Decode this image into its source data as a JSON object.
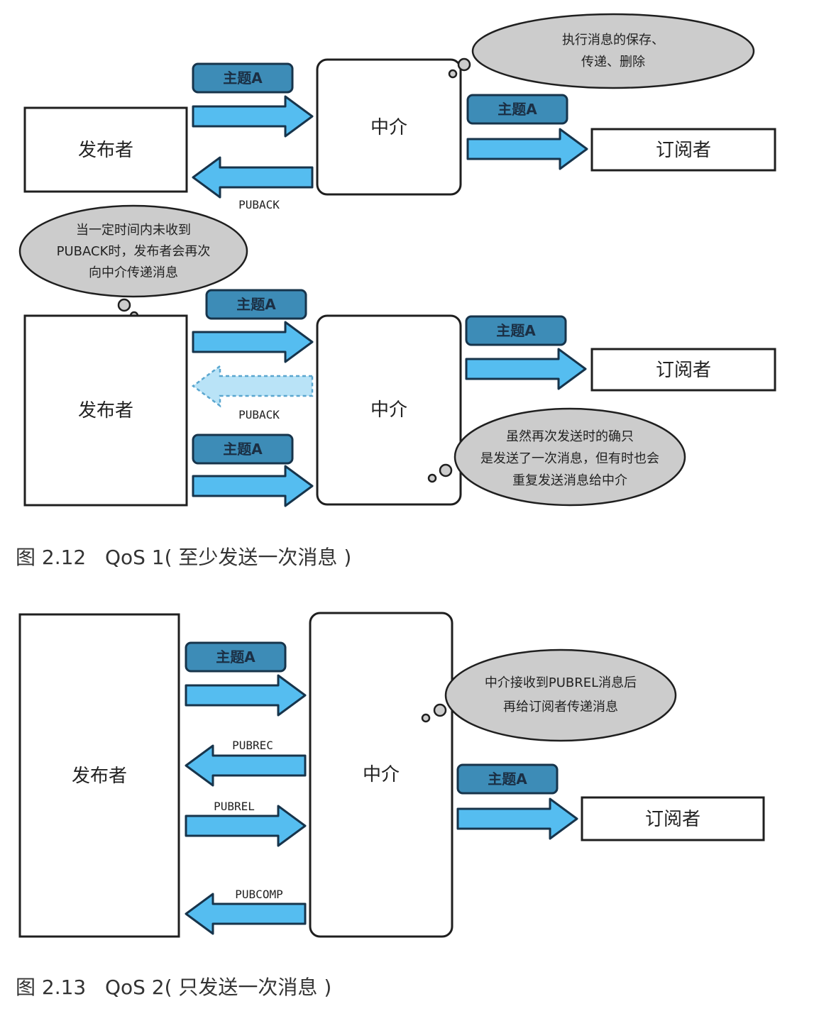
{
  "labels": {
    "publisher": "发布者",
    "broker": "中介",
    "subscriber": "订阅者",
    "topic": "主题A",
    "puback": "PUBACK",
    "pubrec": "PUBREC",
    "pubrel": "PUBREL",
    "pubcomp": "PUBCOMP"
  },
  "clouds": {
    "c1": [
      "执行消息的保存、",
      "传递、删除"
    ],
    "c2": [
      "当一定时间内未收到",
      "PUBACK时，发布者会再次",
      "向中介传递消息"
    ],
    "c3": [
      "虽然再次发送时的确只",
      "是发送了一次消息，但有时也会",
      "重复发送消息给中介"
    ],
    "c4": [
      "中介接收到PUBREL消息后",
      "再给订阅者传递消息"
    ]
  },
  "captions": {
    "fig212": "图 2.12   QoS 1( 至少发送一次消息 )",
    "fig213": "图 2.13   QoS 2( 只发送一次消息 )"
  },
  "colors": {
    "arrow_fill": "#55bdf0",
    "tag_fill": "#3d8cb7",
    "cloud_fill": "#cccccc"
  }
}
